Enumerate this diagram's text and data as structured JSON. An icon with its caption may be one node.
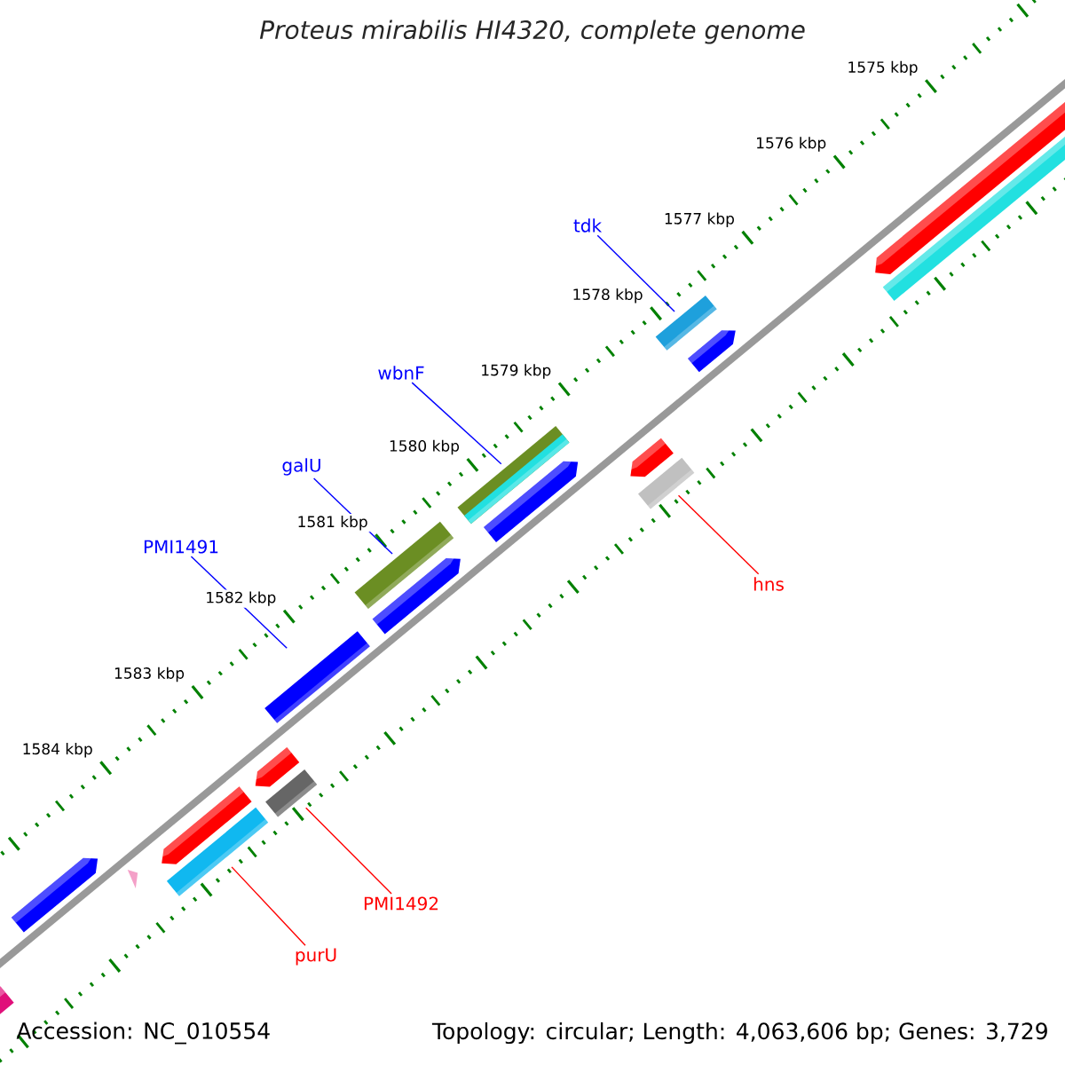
{
  "diagram": {
    "title": "Proteus mirabilis HI4320, complete genome",
    "nodes": [
      {
        "text": [
          "tdk"
        ]
      },
      {
        "text": [],
        "shape": "bar"
      },
      {
        "text": [
          "wbnF"
        ]
      },
      {
        "text": [],
        "shape": "bar"
      },
      {
        "text": [
          "galU"
        ]
      },
      {
        "text": [],
        "shape": "bar"
      },
      {
        "text": [
          "PMI1491"
        ]
      },
      {
        "text": [],
        "shape": "bar"
      },
      {
        "text": [
          "hns"
        ]
      },
      {
        "text": [],
        "shape": "bar"
      },
      {
        "text": [
          "PMI1492"
        ]
      },
      {
        "text": [],
        "shape": "bar"
      },
      {
        "text": [
          "purU"
        ]
      },
      {
        "text": [],
        "shape": "bar"
      }
    ],
    "edges": [
      {
        "from": 0,
        "to": 1,
        "arrow": "none"
      },
      {
        "from": 2,
        "to": 3,
        "arrow": "none"
      },
      {
        "from": 4,
        "to": 5,
        "arrow": "none"
      },
      {
        "from": 6,
        "to": 7,
        "arrow": "none"
      },
      {
        "from": 8,
        "to": 9,
        "arrow": "none",
        "color": "#ff0000"
      },
      {
        "from": 10,
        "to": 11,
        "arrow": "none",
        "color": "#ff0000"
      },
      {
        "from": 12,
        "to": 13,
        "arrow": "none",
        "color": "#ff0000"
      }
    ],
    "labels": [
      "1575 kbp",
      "1576 kbp",
      "1577 kbp",
      "1578 kbp",
      "1579 kbp",
      "1580 kbp",
      "1581 kbp",
      "1582 kbp",
      "1583 kbp",
      "1584 kbp",
      "Accession: NC_010554",
      "Topology: circular; Length: 4,063,606 bp; Genes: 3,729"
    ]
  }
}
